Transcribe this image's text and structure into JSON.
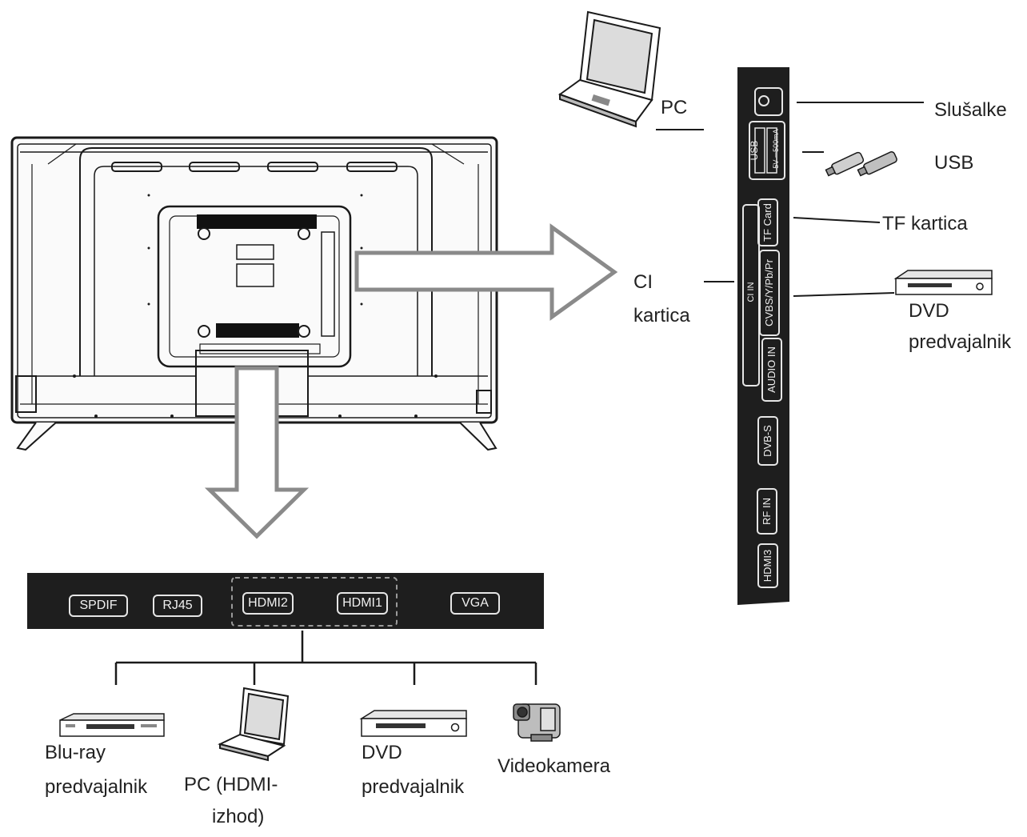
{
  "side_panel": {
    "ports": {
      "headphone_text": "",
      "usb": "USB",
      "usb_rating": "5V ⎓500mA",
      "tf_card": "TF Card",
      "ci_in": "CI IN",
      "cvbs": "CVBS/Y/Pb/Pr",
      "audio_in": "AUDIO IN",
      "dvb_s": "DVB-S",
      "rf_in": "RF IN",
      "hdmi3": "HDMI3"
    },
    "labels": {
      "pc": "PC",
      "headphones": "Slušalke",
      "usb": "USB",
      "tf_card": "TF kartica",
      "ci_line1": "CI",
      "ci_line2": "kartica",
      "dvd_line1": "DVD",
      "dvd_line2": "predvajalnik"
    }
  },
  "bottom_panel": {
    "ports": {
      "spdif": "SPDIF",
      "rj45": "RJ45",
      "hdmi2": "HDMI2",
      "hdmi1": "HDMI1",
      "vga": "VGA"
    },
    "labels": {
      "bluray_line1": "Blu-ray",
      "bluray_line2": "predvajalnik",
      "pc_line1": "PC (HDMI-",
      "pc_line2": "izhod)",
      "dvd_line1": "DVD",
      "dvd_line2": "predvajalnik",
      "camcorder": "Videokamera"
    }
  },
  "colors": {
    "panel": "#1e1e1e",
    "line": "#1a1a1a",
    "arrow_stroke": "#8a8a8a"
  }
}
